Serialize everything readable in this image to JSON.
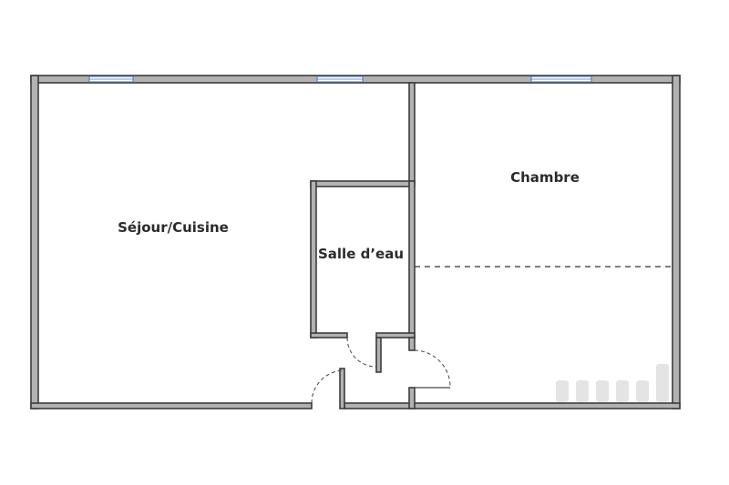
{
  "rooms": {
    "living_kitchen": "Séjour/Cuisine",
    "shower_room": "Salle d’eau",
    "bedroom": "Chambre"
  },
  "colors": {
    "wall_fill": "#b2b2b2",
    "wall_outline": "#3d3d3d",
    "window_frame": "#4a76b8",
    "background": "#ffffff"
  }
}
